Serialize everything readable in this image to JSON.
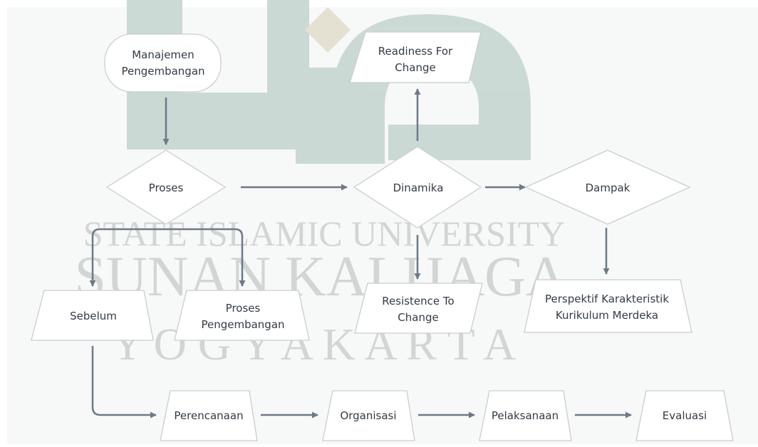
{
  "colors": {
    "background": "#f7f8f8",
    "node_fill": "#ffffff",
    "node_stroke": "#c9cdd1",
    "arrow": "#6d7a86",
    "text": "#333b44",
    "watermark_logo": "#c9d8d3",
    "watermark_text": "#d1d5d3"
  },
  "watermark": {
    "line1": "STATE ISLAMIC UNIVERSITY",
    "line2": "SUNAN KALIJAGA",
    "line3": "Y O G Y A K A R T A"
  },
  "nodes": {
    "manajemen": [
      "Manajemen",
      "Pengembangan"
    ],
    "proses": [
      "Proses"
    ],
    "dinamika": [
      "Dinamika"
    ],
    "dampak": [
      "Dampak"
    ],
    "readiness": [
      "Readiness For",
      "Change"
    ],
    "resistence": [
      "Resistence To",
      "Change"
    ],
    "perspektif": [
      "Perspektif Karakteristik",
      "Kurikulum Merdeka"
    ],
    "sebelum": [
      "Sebelum"
    ],
    "proses_pengembangan": [
      "Proses",
      "Pengembangan"
    ],
    "perencanaan": [
      "Perencanaan"
    ],
    "organisasi": [
      "Organisasi"
    ],
    "pelaksanaan": [
      "Pelaksanaan"
    ],
    "evaluasi": [
      "Evaluasi"
    ]
  }
}
